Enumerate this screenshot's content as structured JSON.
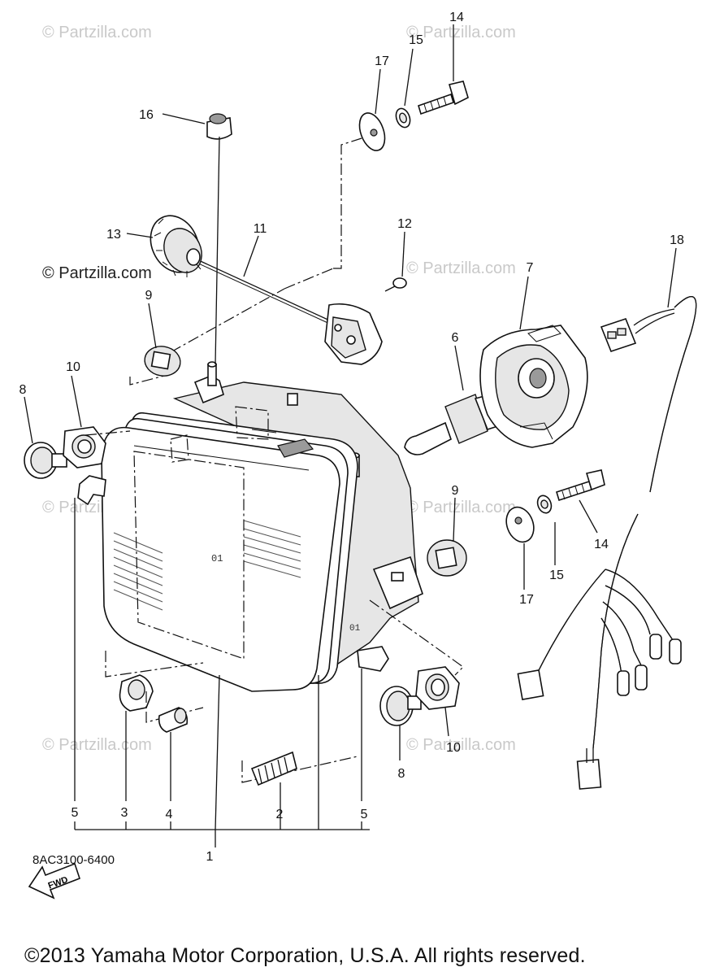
{
  "watermark": "© Partzilla.com",
  "watermark_prominent": "© Partzilla.com",
  "diagram_code": "8AC3100-6400",
  "copyright": "©2013  Yamaha Motor Corporation, U.S.A. All rights reserved.",
  "fwd_label": "FWD",
  "callouts": {
    "n1": "1",
    "n2": "2",
    "n3": "3",
    "n4": "4",
    "n5a": "5",
    "n5b": "5",
    "n6": "6",
    "n7": "7",
    "n8a": "8",
    "n8b": "8",
    "n9a": "9",
    "n9b": "9",
    "n10a": "10",
    "n10b": "10",
    "n11": "11",
    "n12": "12",
    "n13": "13",
    "n14a": "14",
    "n14b": "14",
    "n15a": "15",
    "n15b": "15",
    "n16": "16",
    "n17a": "17",
    "n17b": "17",
    "n18": "18"
  }
}
